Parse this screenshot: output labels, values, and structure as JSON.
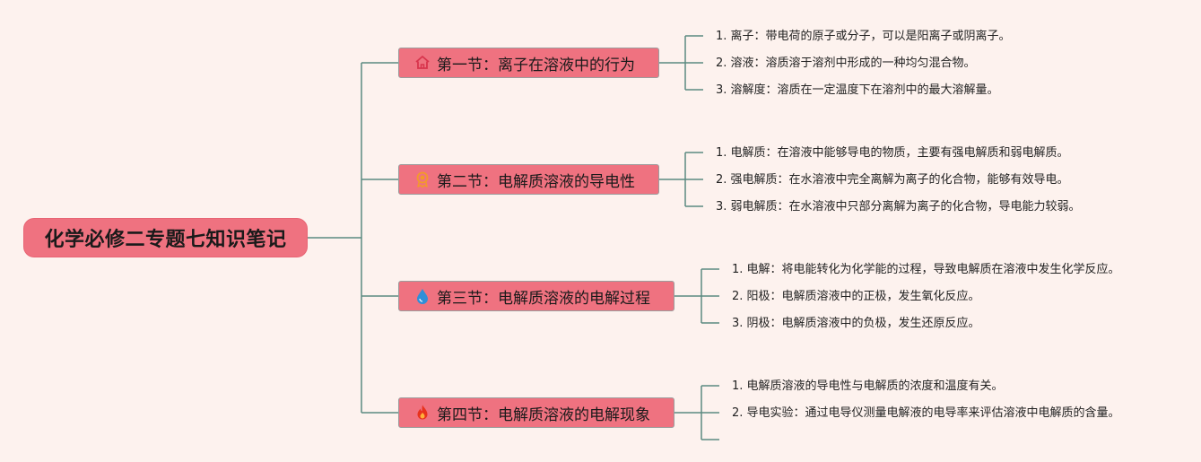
{
  "root": {
    "title": "化学必修二专题七知识笔记"
  },
  "colors": {
    "background": "#fdf2ee",
    "node_fill": "#ef7280",
    "connector": "#5b8a80"
  },
  "sections": [
    {
      "label": "第一节：离子在溶液中的行为",
      "icon": "house-icon",
      "items": [
        "1. 离子：带电荷的原子或分子，可以是阳离子或阴离子。",
        "2. 溶液：溶质溶于溶剂中形成的一种均匀混合物。",
        "3. 溶解度：溶质在一定温度下在溶剂中的最大溶解量。"
      ]
    },
    {
      "label": "第二节：电解质溶液的导电性",
      "icon": "award-icon",
      "items": [
        "1. 电解质：在溶液中能够导电的物质，主要有强电解质和弱电解质。",
        "2. 强电解质：在水溶液中完全离解为离子的化合物，能够有效导电。",
        "3. 弱电解质：在水溶液中只部分离解为离子的化合物，导电能力较弱。"
      ]
    },
    {
      "label": "第三节：电解质溶液的电解过程",
      "icon": "water-drop-icon",
      "items": [
        "1. 电解：将电能转化为化学能的过程，导致电解质在溶液中发生化学反应。",
        "2. 阳极：电解质溶液中的正极，发生氧化反应。",
        "3. 阴极：电解质溶液中的负极，发生还原反应。"
      ]
    },
    {
      "label": "第四节：电解质溶液的电解现象",
      "icon": "fire-icon",
      "items": [
        "1. 电解质溶液的导电性与电解质的浓度和温度有关。",
        "2. 导电实验：通过电导仪测量电解液的电导率来评估溶液中电解质的含量。",
        ""
      ]
    }
  ]
}
